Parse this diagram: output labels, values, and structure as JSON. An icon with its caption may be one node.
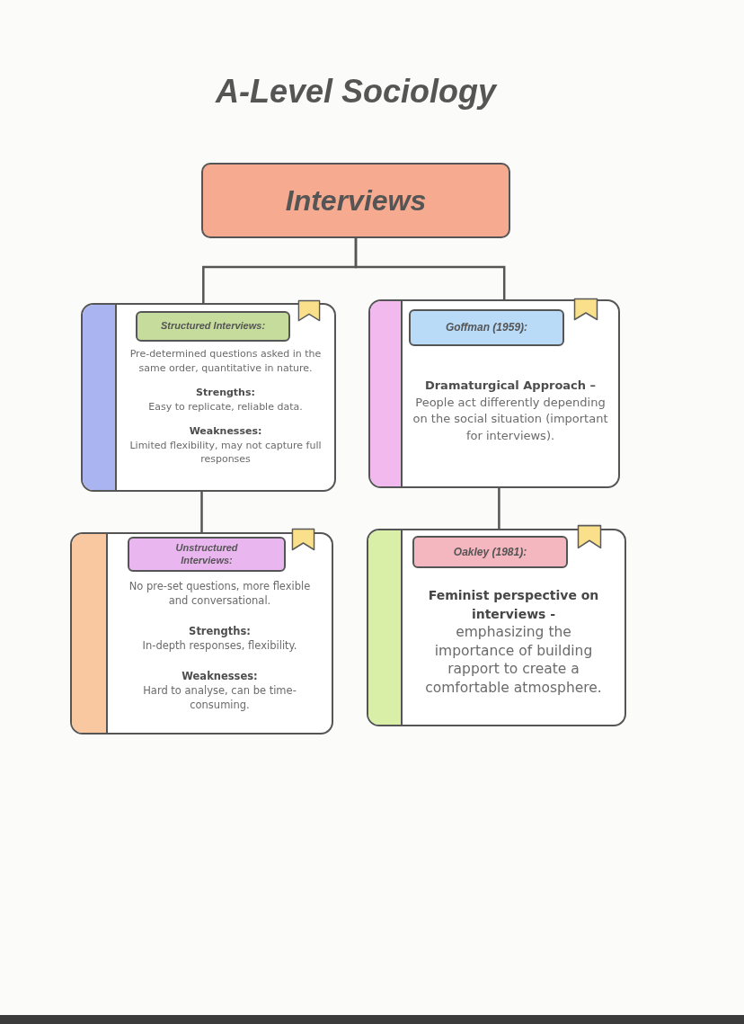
{
  "diagram": {
    "title": "A-Level Sociology",
    "nodes": [
      {
        "text": [
          "Interviews"
        ]
      },
      {
        "text": [
          "Pre-determined questions asked in the same order, quantitative in nature.",
          "Strengths:",
          "Easy to replicate, reliable data.",
          "Weaknesses:",
          "Limited flexibility, may not capture full responses"
        ]
      },
      {
        "text": [
          "Structured Interviews:"
        ],
        "in": 1
      },
      {
        "text": [
          "Dramaturgical Approach –",
          "People act differently depending on the social situation (important for interviews)."
        ]
      },
      {
        "text": [
          "Goffman (1959):"
        ],
        "in": 3
      },
      {
        "text": [
          "No pre-set questions, more flexible and conversational.",
          "Strengths:",
          "In-depth responses, flexibility.",
          "Weaknesses:",
          "Hard to analyse, can be time-consuming."
        ]
      },
      {
        "text": [
          "Unstructured Interviews:"
        ],
        "in": 5
      },
      {
        "text": [
          "Feminist perspective on interviews -",
          "emphasizing the importance of building rapport to create a comfortable atmosphere."
        ]
      },
      {
        "text": [
          "Oakley (1981):"
        ],
        "in": 7
      }
    ],
    "edges": [
      {
        "from": 0,
        "to": 1,
        "arrow": "none"
      },
      {
        "from": 0,
        "to": 3,
        "arrow": "none"
      },
      {
        "from": 1,
        "to": 5,
        "arrow": "none"
      },
      {
        "from": 3,
        "to": 7,
        "arrow": "none"
      }
    ]
  }
}
